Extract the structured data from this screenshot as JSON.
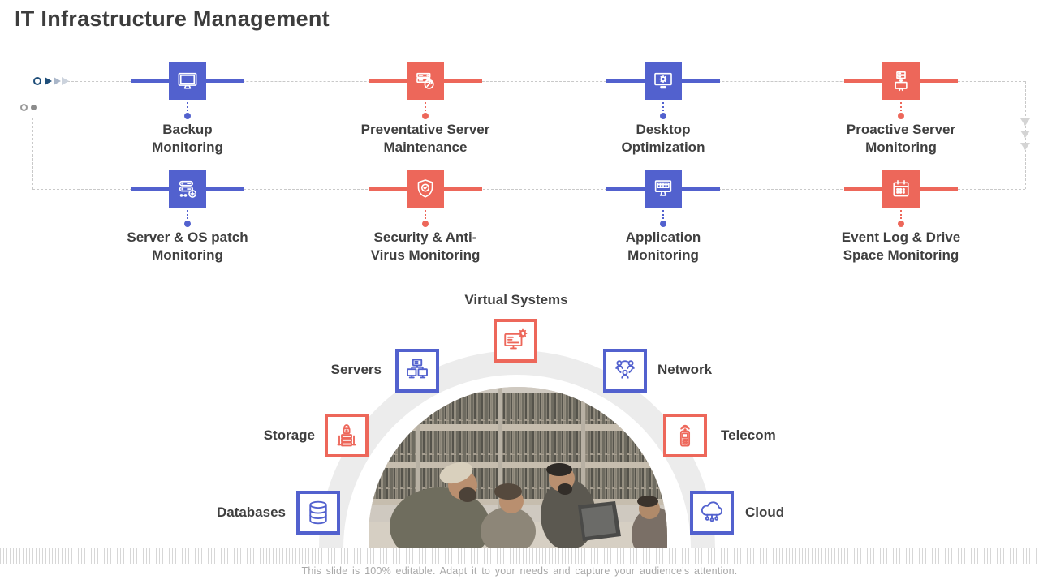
{
  "slide": {
    "title": "IT Infrastructure Management",
    "footer_note": "This slide is 100% editable. Adapt it to your needs and capture your audience's attention."
  },
  "colors": {
    "blue": "#5261CE",
    "red": "#ED675A",
    "text": "#3F3F3F",
    "title": "#3D3D3D",
    "dash": "#C9C9C9",
    "muted_text": "#A8A8A8",
    "arc_ring": "#ECECEC",
    "marker_dark": "#1F4E79",
    "marker_gray": "#9A9A9A",
    "arrow_gray": "#D4D4D4"
  },
  "monitoring": {
    "items": [
      {
        "lines": [
          "Backup",
          "Monitoring"
        ],
        "color": "blue",
        "icon": "monitor-icon"
      },
      {
        "lines": [
          "Preventative Server",
          "Maintenance"
        ],
        "color": "red",
        "icon": "server-wrench-icon"
      },
      {
        "lines": [
          "Desktop",
          "Optimization"
        ],
        "color": "blue",
        "icon": "monitor-gear-icon"
      },
      {
        "lines": [
          "Proactive Server",
          "Monitoring"
        ],
        "color": "red",
        "icon": "server-download-icon"
      },
      {
        "lines": [
          "Server & OS patch",
          "Monitoring"
        ],
        "color": "blue",
        "icon": "server-plus-icon"
      },
      {
        "lines": [
          "Security & Anti-",
          "Virus Monitoring"
        ],
        "color": "red",
        "icon": "shield-check-icon"
      },
      {
        "lines": [
          "Application",
          "Monitoring"
        ],
        "color": "blue",
        "icon": "monitor-apps-icon"
      },
      {
        "lines": [
          "Event Log & Drive",
          "Space Monitoring"
        ],
        "color": "red",
        "icon": "calendar-log-icon"
      }
    ]
  },
  "infrastructure": {
    "items": [
      {
        "label": "Virtual Systems",
        "color": "red",
        "icon": "virtual-systems-icon"
      },
      {
        "label": "Servers",
        "color": "blue",
        "icon": "servers-icon"
      },
      {
        "label": "Network",
        "color": "blue",
        "icon": "network-people-icon"
      },
      {
        "label": "Storage",
        "color": "red",
        "icon": "storage-lock-icon"
      },
      {
        "label": "Telecom",
        "color": "red",
        "icon": "mobile-phone-icon"
      },
      {
        "label": "Databases",
        "color": "blue",
        "icon": "database-icon"
      },
      {
        "label": "Cloud",
        "color": "blue",
        "icon": "cloud-network-icon"
      }
    ]
  }
}
